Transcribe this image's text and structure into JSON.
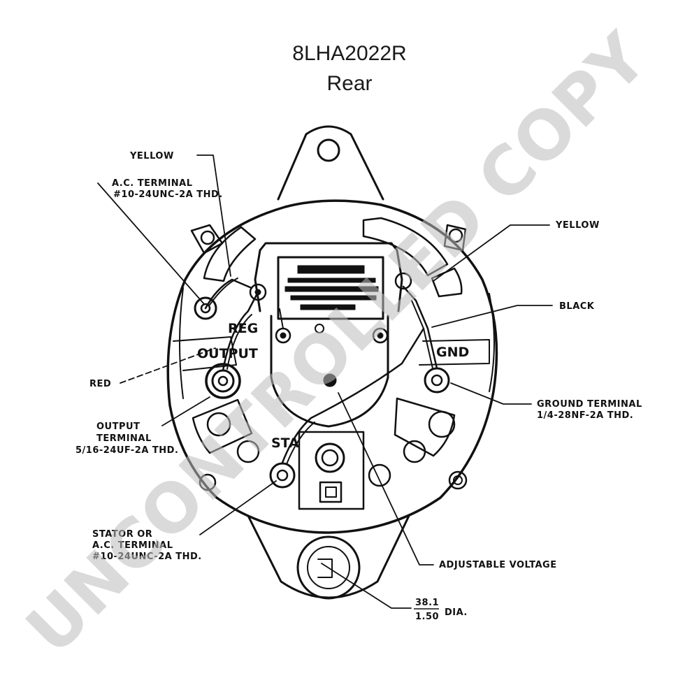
{
  "title": "8LHA2022R",
  "subtitle": "Rear",
  "watermark": "UNCONTROLLED COPY",
  "callouts": {
    "yellow_top": "YELLOW",
    "ac_terminal_1": "A.C. TERMINAL",
    "ac_terminal_2": "#10-24UNC-2A THD.",
    "yellow_right": "YELLOW",
    "black": "BLACK",
    "red": "RED",
    "ground_1": "GROUND TERMINAL",
    "ground_2": "1/4-28NF-2A THD.",
    "output_1": "OUTPUT",
    "output_2": "TERMINAL",
    "output_3": "5/16-24UF-2A THD.",
    "stator_1": "STATOR OR",
    "stator_2": "A.C. TERMINAL",
    "stator_3": "#10-24UNC-2A THD.",
    "adjustable": "ADJUSTABLE VOLTAGE",
    "dia_num": "38.1",
    "dia_den": "1.50",
    "dia_unit": "DIA."
  },
  "internal_labels": {
    "reg": "REG",
    "output": "OUTPUT",
    "gnd": "GND",
    "sta": "STA"
  },
  "colors": {
    "ink": "#111111",
    "watermark": "#bdbdbd"
  }
}
